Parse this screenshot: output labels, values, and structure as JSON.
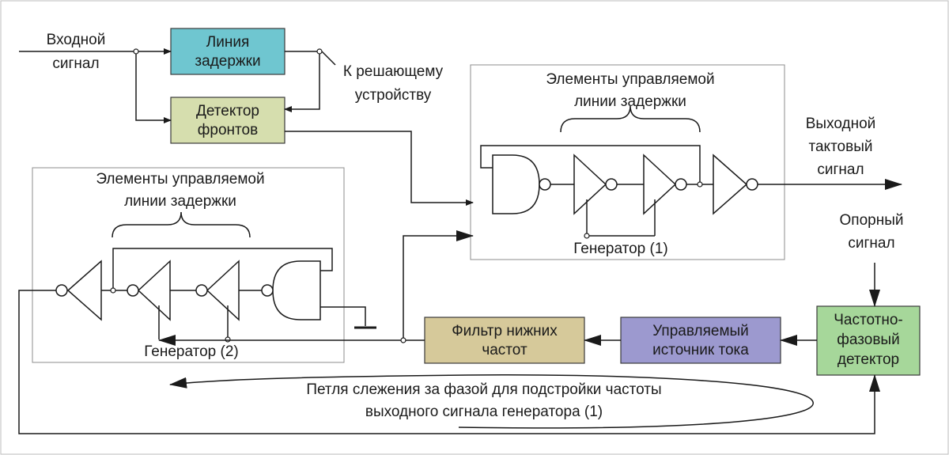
{
  "blocks": {
    "delay_line": {
      "line1": "Линия",
      "line2": "задержки",
      "color": "#6fc6d0"
    },
    "edge_detector": {
      "line1": "Детектор",
      "line2": "фронтов",
      "color": "#d6deae"
    },
    "lpf": {
      "line1": "Фильтр нижних",
      "line2": "частот",
      "color": "#d6c99a"
    },
    "current_source": {
      "line1": "Управляемый",
      "line2": "источник тока",
      "color": "#9c99cf"
    },
    "pfd": {
      "line1": "Частотно-",
      "line2": "фазовый",
      "line3": "детектор",
      "color": "#a6d79a"
    }
  },
  "labels": {
    "input_line1": "Входной",
    "input_line2": "сигнал",
    "to_decider_line1": "К решающему",
    "to_decider_line2": "устройству",
    "output_line1": "Выходной",
    "output_line2": "тактовый",
    "output_line3": "сигнал",
    "reference_line1": "Опорный",
    "reference_line2": "сигнал",
    "elements_1_line1": "Элементы управляемой",
    "elements_1_line2": "линии задержки",
    "generator_1": "Генератор (1)",
    "elements_2_line1": "Элементы управляемой",
    "elements_2_line2": "линии задержки",
    "generator_2": "Генератор (2)",
    "loop_line1": "Петля слежения за фазой для подстройки частоты",
    "loop_line2": "выходного сигнала генератора (1)"
  }
}
